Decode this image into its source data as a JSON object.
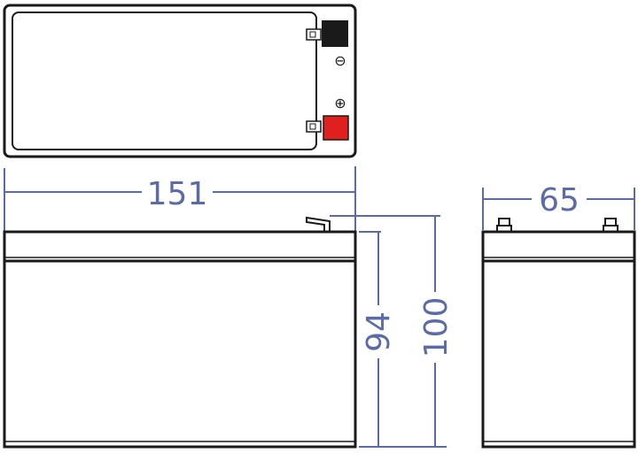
{
  "diagram": {
    "colors": {
      "outline": "#1a1a1a",
      "dimension": "#5b6ba8",
      "negative_terminal": "#1a1a1a",
      "positive_terminal": "#e0201e",
      "background": "#ffffff"
    },
    "top_view": {
      "negative_symbol": "⊖",
      "positive_symbol": "⊕"
    },
    "dimensions": {
      "length": "151",
      "width": "65",
      "case_height": "94",
      "total_height": "100"
    }
  }
}
